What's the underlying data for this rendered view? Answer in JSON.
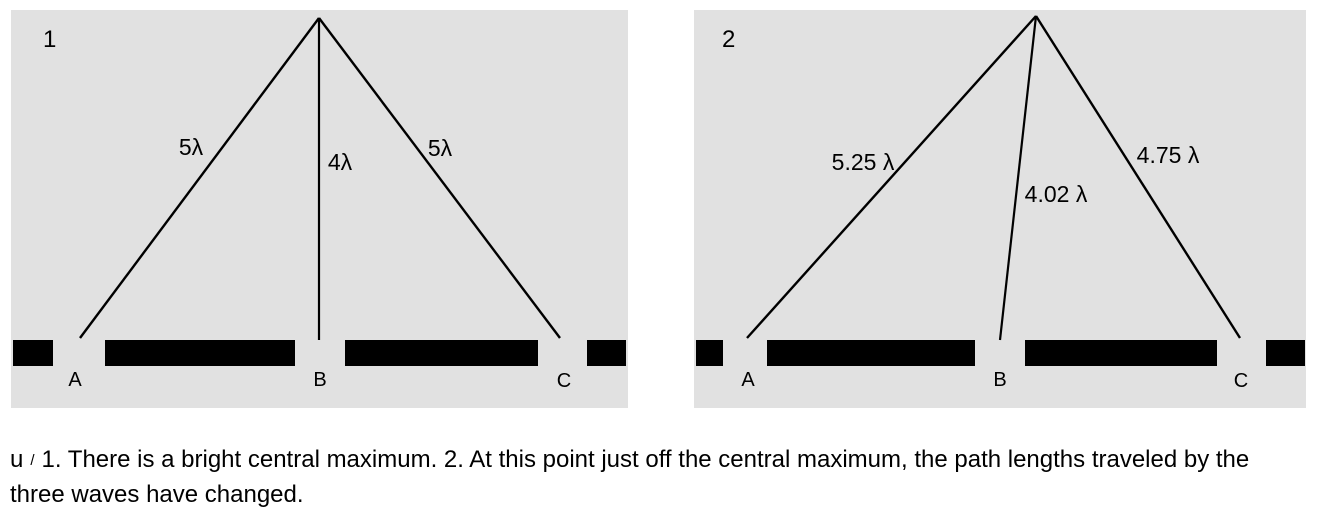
{
  "colors": {
    "panel_bg": "#e1e1e1",
    "line_color": "#000000",
    "text_color": "#000000"
  },
  "panels": [
    {
      "number": "1",
      "slits": [
        "A",
        "B",
        "C"
      ],
      "path_lengths": [
        "5λ",
        "4λ",
        "5λ"
      ]
    },
    {
      "number": "2",
      "slits": [
        "A",
        "B",
        "C"
      ],
      "path_lengths": [
        "5.25 λ",
        "4.02 λ",
        "4.75 λ"
      ]
    }
  ],
  "caption": {
    "prefix": "u",
    "separator": "/",
    "text": "1. There is a bright central maximum. 2. At this point just off the central maximum, the path lengths traveled by the three waves have changed."
  }
}
